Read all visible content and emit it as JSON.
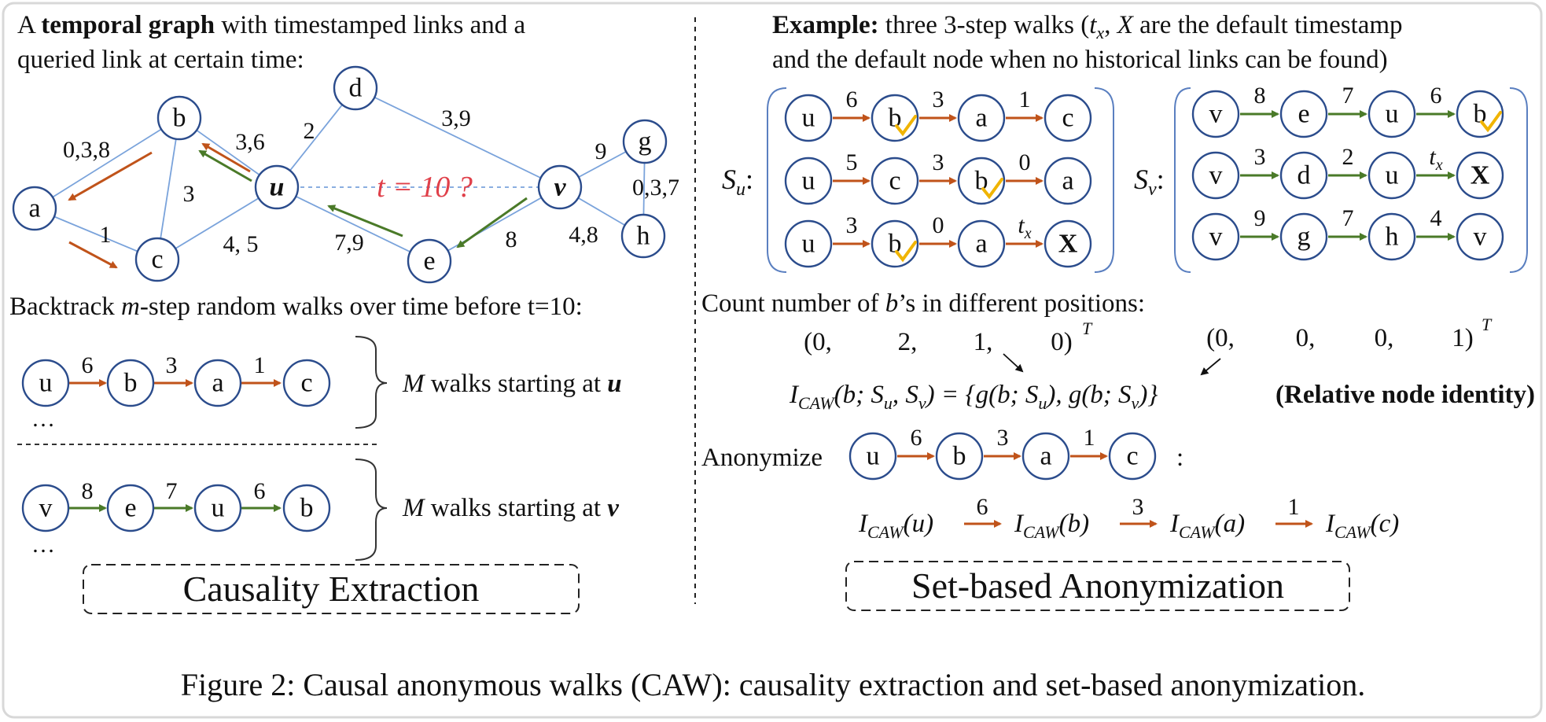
{
  "left": {
    "intro_prefix": "A ",
    "intro_bold": "temporal graph",
    "intro_rest": " with timestamped links and a",
    "intro_line2": "queried link at certain time:",
    "graph_nodes": [
      "a",
      "b",
      "c",
      "u",
      "d",
      "e",
      "v",
      "g",
      "h"
    ],
    "edge_labels": {
      "ab": "0,3,8",
      "ac": "1",
      "bc": "3",
      "bu": "3,6",
      "cu": "4, 5",
      "du": "2",
      "dv": "3,9",
      "ue": "7,9",
      "ev": "8",
      "vg": "9",
      "gh": "0,3,7",
      "vh": "4,8"
    },
    "query_label": "t = 10 ?",
    "backtrack_prefix": "Backtrack ",
    "backtrack_m": "m",
    "backtrack_rest": "-step random walks over time before t=10:",
    "walk_u": {
      "nodes": [
        "u",
        "b",
        "a",
        "c"
      ],
      "labels": [
        "6",
        "3",
        "1"
      ]
    },
    "walk_v": {
      "nodes": [
        "v",
        "e",
        "u",
        "b"
      ],
      "labels": [
        "8",
        "7",
        "6"
      ]
    },
    "ellipsis": "…",
    "brace_u_prefix": "M",
    "brace_u_rest": " walks starting at ",
    "brace_u_node": "u",
    "brace_v_prefix": "M",
    "brace_v_rest": " walks starting at ",
    "brace_v_node": "v",
    "section_title": "Causality Extraction"
  },
  "right": {
    "example_bold": "Example:",
    "example_rest": " three 3-step walks (",
    "example_tx": "t",
    "example_tx_sub": "x",
    "example_comma": ", ",
    "example_X": "X",
    "example_tail": " are the default timestamp",
    "example_line2": "and the default node when no historical links can be found)",
    "su_label": "S",
    "su_sub": "u",
    "sv_label": "S",
    "sv_sub": "v",
    "colon": ":",
    "su_walks": [
      {
        "nodes": [
          "u",
          "b",
          "a",
          "c"
        ],
        "labels": [
          "6",
          "3",
          "1"
        ]
      },
      {
        "nodes": [
          "u",
          "c",
          "b",
          "a"
        ],
        "labels": [
          "5",
          "3",
          "0"
        ]
      },
      {
        "nodes": [
          "u",
          "b",
          "a",
          "X"
        ],
        "labels": [
          "3",
          "0",
          "tx"
        ]
      }
    ],
    "sv_walks": [
      {
        "nodes": [
          "v",
          "e",
          "u",
          "b"
        ],
        "labels": [
          "8",
          "7",
          "6"
        ]
      },
      {
        "nodes": [
          "v",
          "d",
          "u",
          "X"
        ],
        "labels": [
          "3",
          "2",
          "tx"
        ]
      },
      {
        "nodes": [
          "v",
          "g",
          "h",
          "v"
        ],
        "labels": [
          "9",
          "7",
          "4"
        ]
      }
    ],
    "count_prefix": "Count number of ",
    "count_b": "b",
    "count_rest": "’s in different positions:",
    "vector_u": [
      "(0,",
      "2,",
      "1,",
      "0)"
    ],
    "vector_v": [
      "(0,",
      "0,",
      "0,",
      "1)"
    ],
    "transpose": "T",
    "icaw_formula": "I",
    "icaw_sub": "CAW",
    "icaw_args": "(b; S",
    "icaw_eq": " = {g(b; S",
    "icaw_mid": "), g(b; S",
    "icaw_end": ")}",
    "relative_identity": "(Relative node identity)",
    "anonymize_label": "Anonymize",
    "anon_walk": {
      "nodes": [
        "u",
        "b",
        "a",
        "c"
      ],
      "labels": [
        "6",
        "3",
        "1"
      ]
    },
    "anon_colon": ":",
    "anon_result": [
      {
        "arg": "u",
        "label": "6"
      },
      {
        "arg": "b",
        "label": "3"
      },
      {
        "arg": "a",
        "label": "1"
      },
      {
        "arg": "c",
        "label": ""
      }
    ],
    "section_title": "Set-based Anonymization"
  },
  "caption": "Figure 2: Causal anonymous walks (CAW): causality extraction and set-based anonymization.",
  "colors": {
    "orange": "#c0531a",
    "green": "#4a7a28",
    "node_stroke": "#2b4c8c",
    "edge": "#7aa3db",
    "query": "#e0404a",
    "check": "#f0b400"
  }
}
